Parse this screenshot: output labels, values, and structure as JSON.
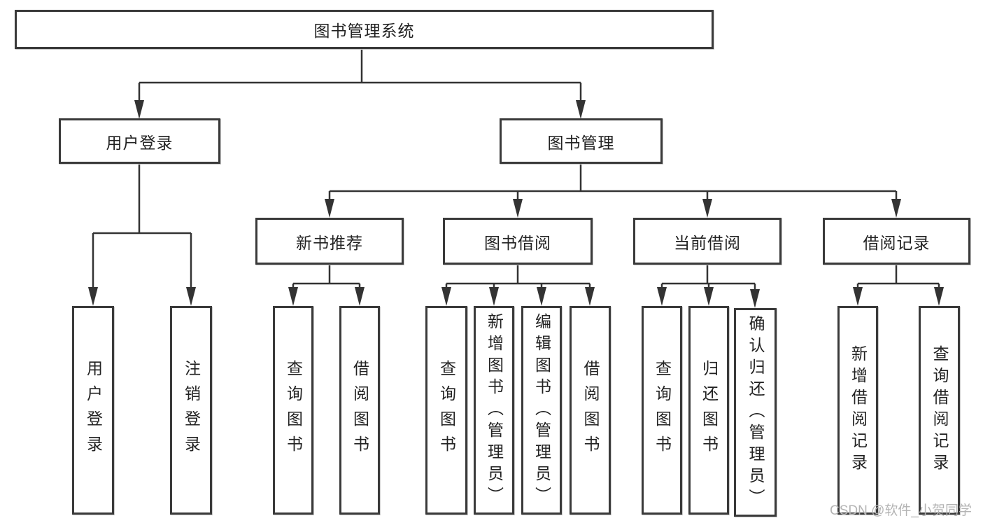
{
  "tree": {
    "root": "图书管理系统",
    "branches": [
      {
        "label": "用户登录",
        "leaves": [
          "用户登录",
          "注销登录"
        ]
      },
      {
        "label": "图书管理",
        "groups": [
          {
            "label": "新书推荐",
            "leaves": [
              "查询图书",
              "借阅图书"
            ]
          },
          {
            "label": "图书借阅",
            "leaves": [
              "查询图书",
              "新增图书（管理员）",
              "编辑图书（管理员）",
              "借阅图书"
            ]
          },
          {
            "label": "当前借阅",
            "leaves": [
              "查询图书",
              "归还图书",
              "确认归还（管理员）"
            ]
          },
          {
            "label": "借阅记录",
            "leaves": [
              "新增借阅记录",
              "查询借阅记录"
            ]
          }
        ]
      }
    ]
  },
  "watermark": "CSDN @软件_小贺同学",
  "colors": {
    "line": "#333333",
    "border": "#3a3a3a",
    "text": "#222222",
    "watermark": "#b4b4b4",
    "background": "#ffffff"
  }
}
